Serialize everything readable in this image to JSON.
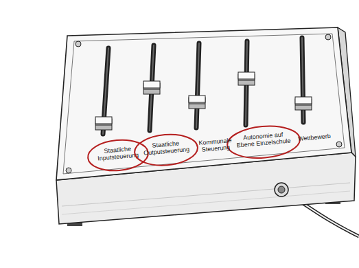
{
  "diagram": {
    "nodes": [
      {
        "text": [
          "Staatliche Inputsteuerung"
        ]
      },
      {
        "text": [
          "Staatliche Outputsteuerung"
        ]
      },
      {
        "text": [
          "Autonomie auf Ebene Einzelschule"
        ]
      }
    ],
    "labels": [
      "Kommunale Steuerung",
      "Wettbewerb"
    ]
  }
}
